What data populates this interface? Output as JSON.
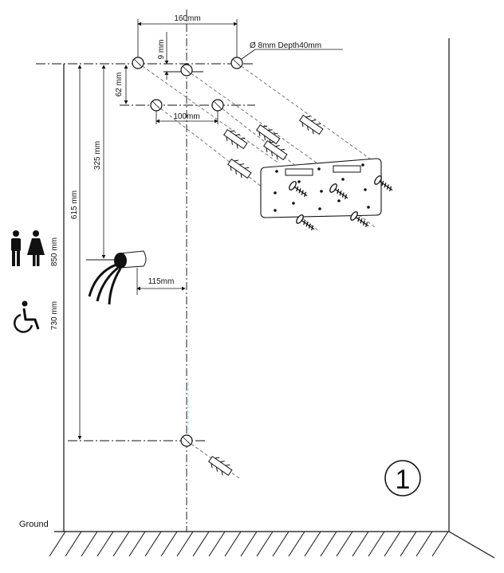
{
  "dimensions": {
    "top_spacing": "160mm",
    "vertical_offset": "9 mm",
    "hole_spec": "Ø 8mm  Depth40mm",
    "row_gap": "62 mm",
    "lower_spacing": "100mm",
    "height_to_faucet": "325 mm",
    "height_to_lower_hole": "615 mm",
    "height_standard": "850 mm",
    "height_accessible": "730 mm",
    "faucet_offset": "115mm"
  },
  "ground_label": "Ground",
  "step_number": "1",
  "icons": [
    "man-icon",
    "woman-icon",
    "wheelchair-icon"
  ],
  "colors": {
    "line": "#111111",
    "dashed": "#444444",
    "faint_cyan": "#9fd9e6"
  }
}
